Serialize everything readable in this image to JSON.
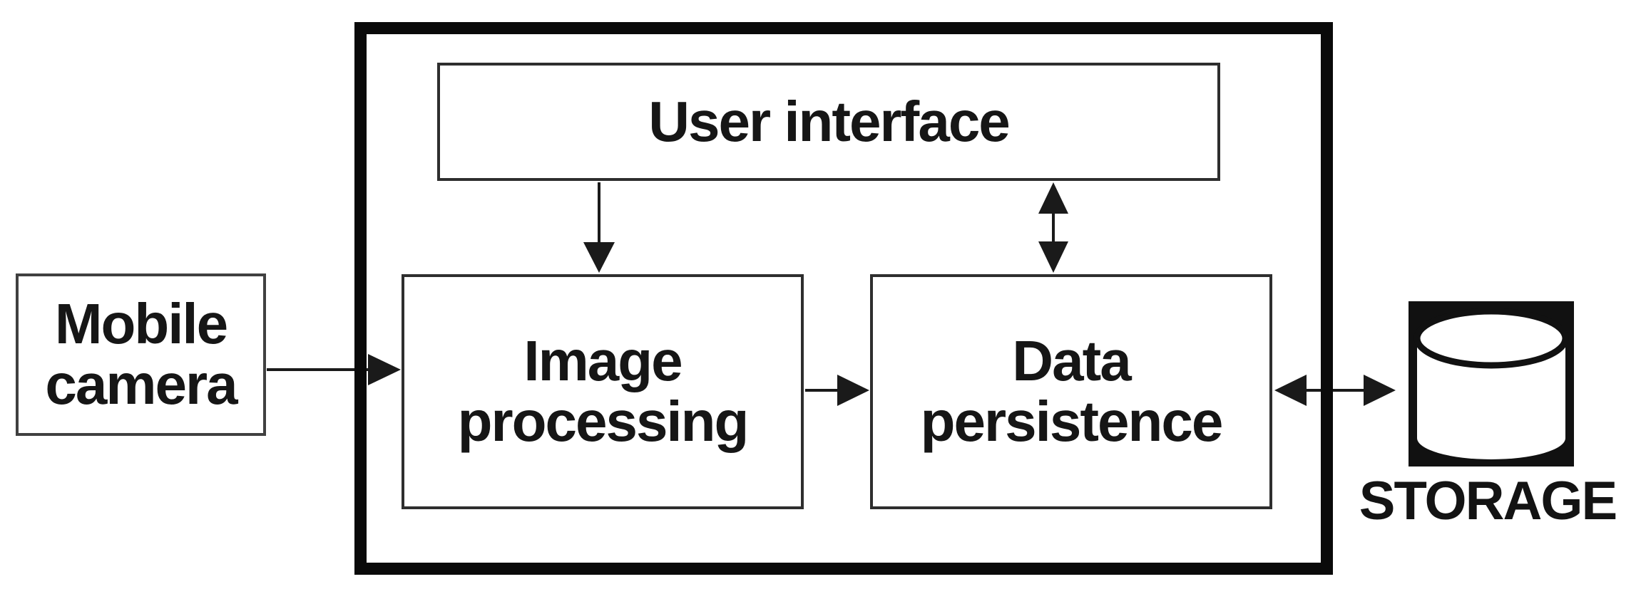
{
  "diagram": {
    "type": "system-architecture-block-diagram",
    "background_color": "#ffffff",
    "line_color": "#1a1a1a",
    "boundary": {
      "name": "system-boundary",
      "border_color": "#0a0a0a",
      "contains": [
        "user_interface",
        "image_processing",
        "data_persistence"
      ]
    },
    "nodes": {
      "mobile_camera": {
        "label": "Mobile camera"
      },
      "user_interface": {
        "label": "User interface"
      },
      "image_processing": {
        "label": "Image processing"
      },
      "data_persistence": {
        "label": "Data persistence"
      },
      "storage": {
        "label": "STORAGE",
        "icon": "database-cylinder-icon",
        "icon_fill": "#111111"
      }
    },
    "edges": [
      {
        "from": "mobile_camera",
        "to": "image_processing",
        "direction": "one-way"
      },
      {
        "from": "user_interface",
        "to": "image_processing",
        "direction": "one-way"
      },
      {
        "from": "user_interface",
        "to": "data_persistence",
        "direction": "two-way"
      },
      {
        "from": "image_processing",
        "to": "data_persistence",
        "direction": "one-way"
      },
      {
        "from": "data_persistence",
        "to": "storage",
        "direction": "two-way"
      }
    ]
  }
}
